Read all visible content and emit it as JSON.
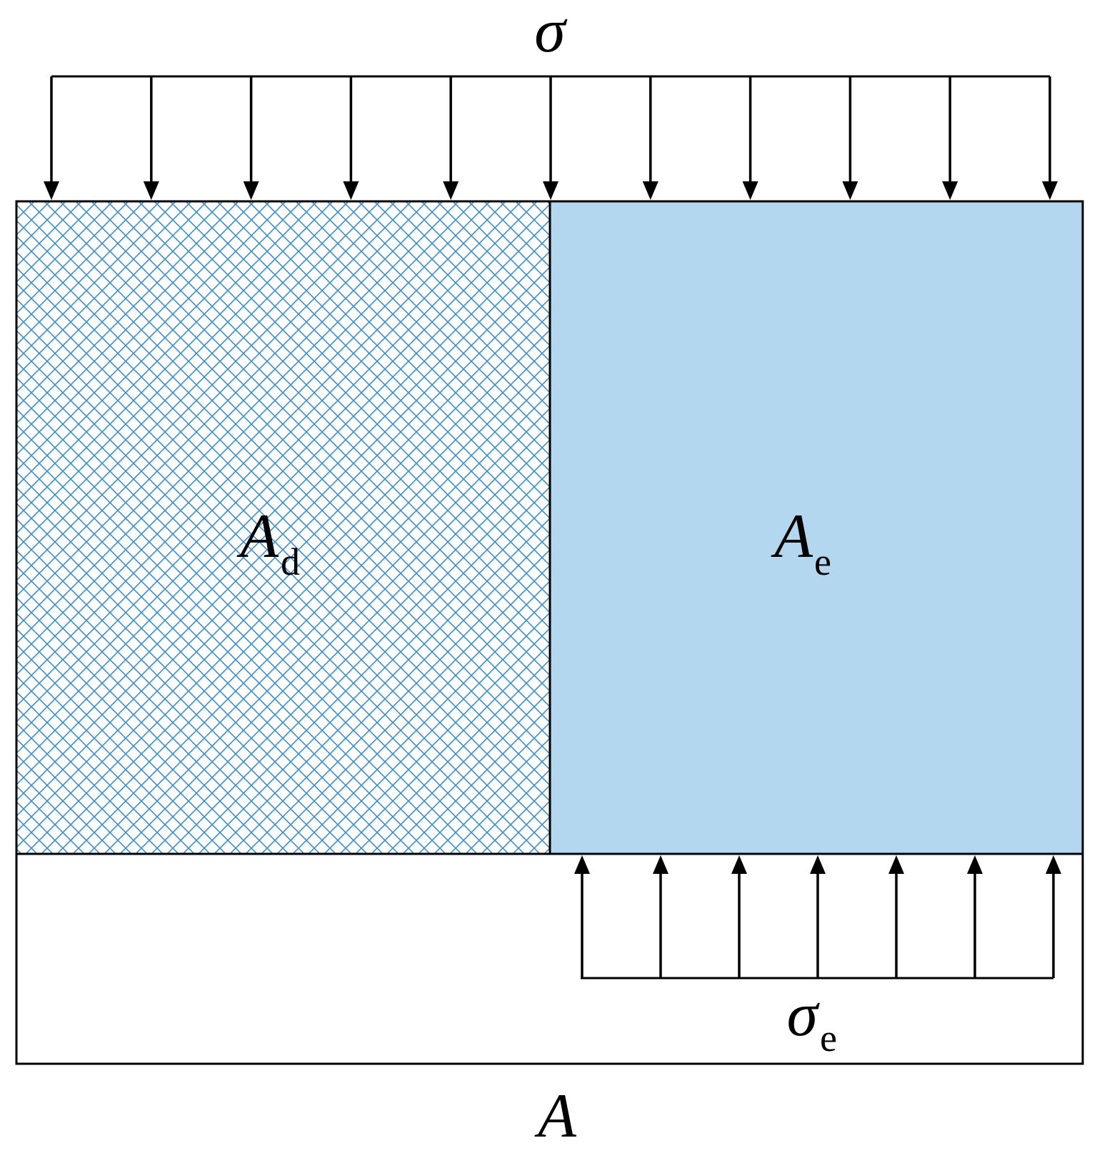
{
  "labels": {
    "applied_stress": "σ",
    "total_area": "A",
    "damaged_area_main": "A",
    "damaged_area_sub": "d",
    "effective_area_main": "A",
    "effective_area_sub": "e",
    "effective_stress_main": "σ",
    "effective_stress_sub": "e"
  },
  "colors": {
    "effective_fill": "#b4d7f0",
    "hatch_line": "#3a8fd0",
    "outline": "#000000",
    "background": "#ffffff"
  },
  "arrows": {
    "top_count": 11,
    "bottom_count": 7
  }
}
